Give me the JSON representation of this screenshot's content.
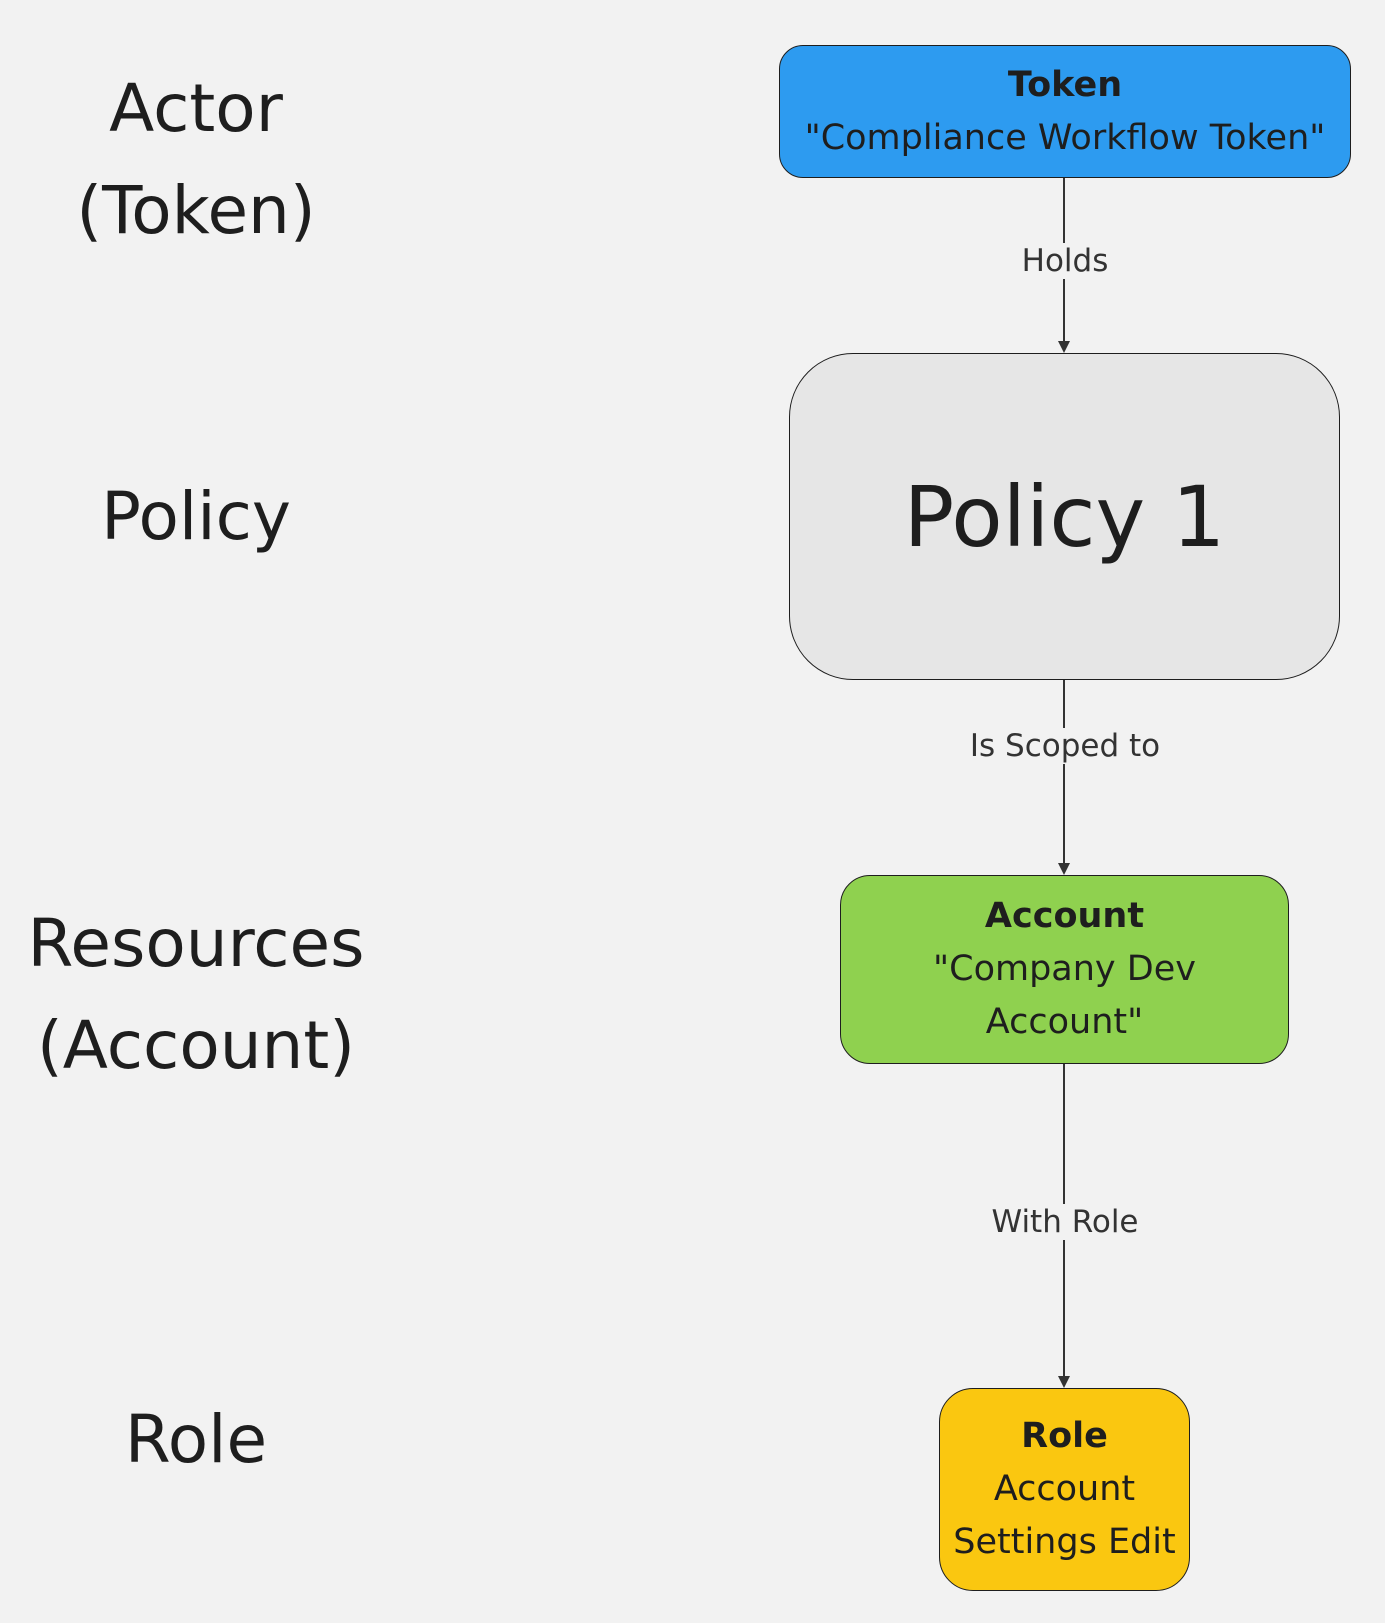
{
  "colors": {
    "background": "#f2f2f2",
    "token_fill": "#2d9bf0",
    "policy_fill": "#e6e6e6",
    "account_fill": "#8fd14f",
    "role_fill": "#fac710",
    "stroke": "#1e1e1e"
  },
  "row_labels": {
    "actor": {
      "line1": "Actor",
      "line2": "(Token)"
    },
    "policy": {
      "line1": "Policy"
    },
    "resources": {
      "line1": "Resources",
      "line2": "(Account)"
    },
    "role": {
      "line1": "Role"
    }
  },
  "nodes": {
    "token": {
      "title": "Token",
      "line1": "\"Compliance Workflow Token\""
    },
    "policy": {
      "label": "Policy 1"
    },
    "account": {
      "title": "Account",
      "line1": "\"Company Dev",
      "line2": "Account\""
    },
    "role": {
      "title": "Role",
      "line1": "Account",
      "line2": "Settings Edit"
    }
  },
  "edges": {
    "holds": "Holds",
    "scoped": "Is Scoped to",
    "with_role": "With Role"
  }
}
